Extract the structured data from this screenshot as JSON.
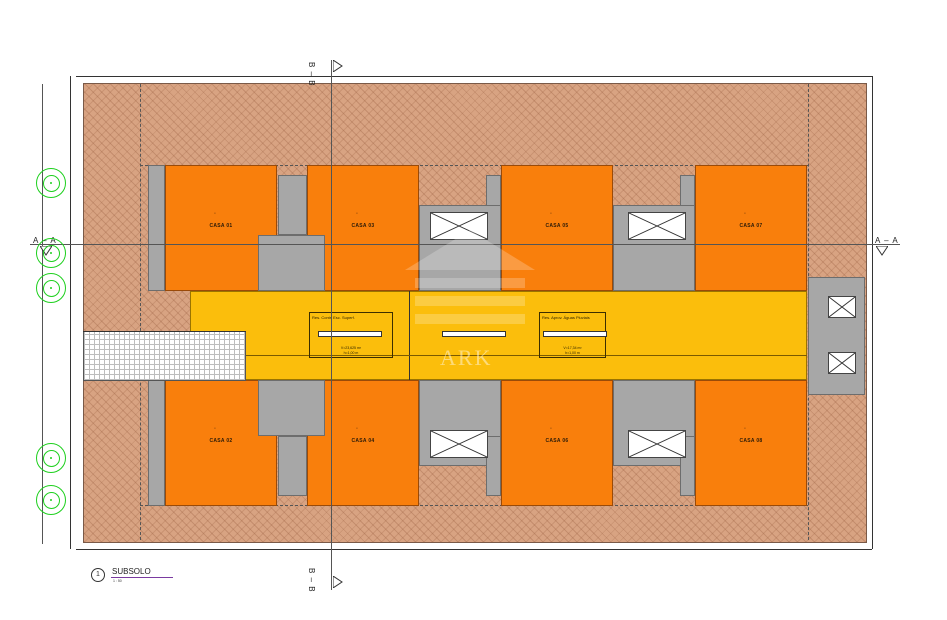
{
  "drawing": {
    "title": "SUBSOLO",
    "scale": "1 : 50",
    "number": "1",
    "cut_aa": "A – A",
    "cut_bb": "B – B",
    "watermark": "ARK",
    "colors": {
      "casa": "#f97f0c",
      "corridor": "#fbbe0c",
      "garden": "#d8a382",
      "service": "#a7a7a7",
      "tree": "#1ed01e"
    }
  },
  "houses": [
    {
      "label": "CASA 01"
    },
    {
      "label": "CASA 03"
    },
    {
      "label": "CASA 05"
    },
    {
      "label": "CASA 07"
    },
    {
      "label": "CASA 02"
    },
    {
      "label": "CASA 04"
    },
    {
      "label": "CASA 06"
    },
    {
      "label": "CASA 08"
    }
  ],
  "tanks": [
    {
      "title": "Res. Contr. Esc. Superf.",
      "volume": "V=23,625 m³",
      "height": "h=1,00 m"
    },
    {
      "title": "Res. Aprov. Águas Pluviais",
      "volume": "V=17,34 m³",
      "height": "h=1,00 m"
    }
  ]
}
